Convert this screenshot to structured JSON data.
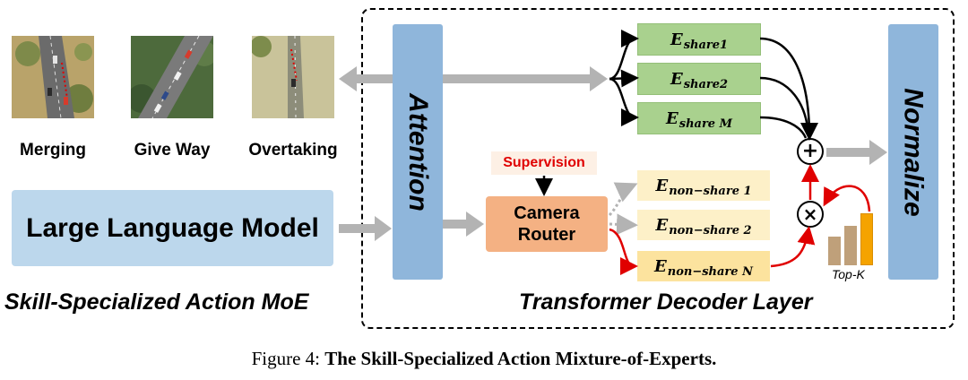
{
  "scenes": [
    {
      "label": "Merging",
      "icon": "aerial-merging-image"
    },
    {
      "label": "Give Way",
      "icon": "aerial-give-way-image"
    },
    {
      "label": "Overtaking",
      "icon": "aerial-overtaking-image"
    }
  ],
  "llm_label": "Large Language Model",
  "left_caption": "Skill-Specialized Action MoE",
  "decoder": {
    "title": "Transformer Decoder Layer",
    "attention_label": "Attention",
    "normalize_label": "Normalize",
    "router_line1": "Camera",
    "router_line2": "Router",
    "supervision_label": "Supervision",
    "shared_experts": [
      {
        "main": "E",
        "sub": "share1"
      },
      {
        "main": "E",
        "sub": "share2"
      },
      {
        "main": "E",
        "sub": "share M"
      }
    ],
    "nonshared_experts": [
      {
        "main": "E",
        "sub": "non−share 1"
      },
      {
        "main": "E",
        "sub": "non−share 2"
      },
      {
        "main": "E",
        "sub": "non−share N"
      }
    ],
    "plus_symbol": "+",
    "times_symbol": "×",
    "topk_label": "Top-K",
    "topk_bar_levels": [
      0.55,
      0.75,
      1.0
    ]
  },
  "caption_prefix": "Figure 4: ",
  "caption_bold": "The Skill-Specialized Action Mixture-of-Experts.",
  "colors": {
    "llm_box": "#bcd7ec",
    "attention_bar": "#8fb6db",
    "share_expert": "#a9d18e",
    "nonshare_expert": "#fce39e",
    "router": "#f4b183",
    "supervision_text": "#e00000",
    "topk_bars": "#bfa07a",
    "topk_highlight": "#f5a300",
    "arrow_gray": "#b3b3b3",
    "arrow_red": "#e00000"
  }
}
